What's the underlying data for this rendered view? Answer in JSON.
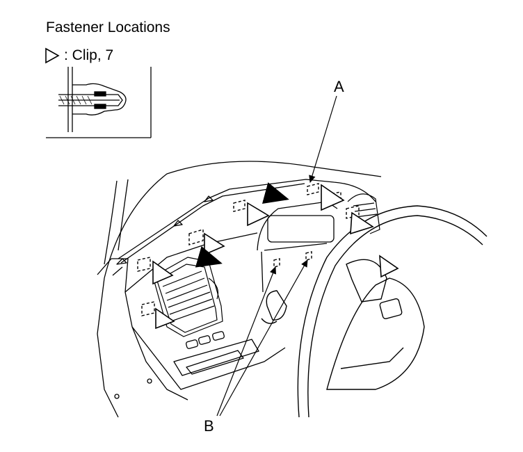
{
  "title": "Fastener Locations",
  "legend": {
    "symbol": "triangle-clip-icon",
    "label": ": Clip, 7"
  },
  "callouts": {
    "a": "A",
    "b": "B"
  }
}
